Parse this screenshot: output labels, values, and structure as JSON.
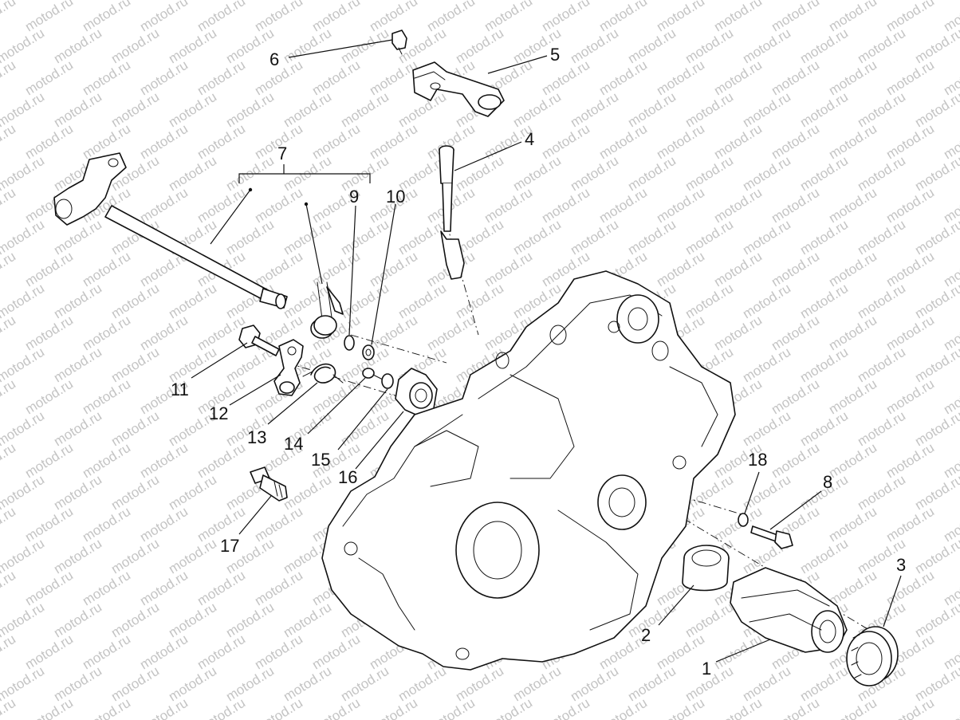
{
  "watermark": "motod.ru",
  "callouts": {
    "n1": "1",
    "n2": "2",
    "n3": "3",
    "n4": "4",
    "n5": "5",
    "n6": "6",
    "n7": "7",
    "n8": "8",
    "n9": "9",
    "n10": "10",
    "n11": "11",
    "n12": "12",
    "n13": "13",
    "n14": "14",
    "n15": "15",
    "n16": "16",
    "n17": "17",
    "n18": "18"
  },
  "colors": {
    "line": "#111111",
    "watermark": "#c4c4c4",
    "background": "#ffffff"
  }
}
